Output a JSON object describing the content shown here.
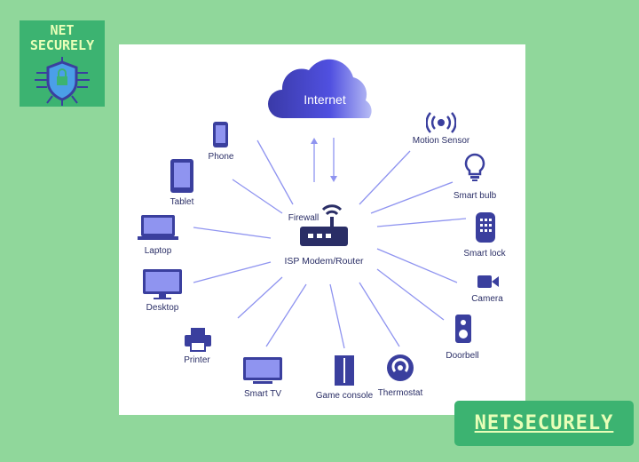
{
  "logo": {
    "line1": "NET",
    "line2": "SECURELY"
  },
  "diagram": {
    "cloud_label": "Internet",
    "firewall_label": "Firewall",
    "router_label": "ISP Modem/Router",
    "devices": {
      "phone": "Phone",
      "tablet": "Tablet",
      "laptop": "Laptop",
      "desktop": "Desktop",
      "printer": "Printer",
      "smart_tv": "Smart TV",
      "game_console": "Game console",
      "thermostat": "Thermostat",
      "doorbell": "Doorbell",
      "camera": "Camera",
      "smart_lock": "Smart lock",
      "smart_bulb": "Smart bulb",
      "motion_sensor": "Motion Sensor"
    }
  },
  "badge": {
    "label": "NETSECURELY"
  },
  "colors": {
    "background": "#90d79b",
    "brand_green": "#3cb371",
    "logo_text": "#e8ffb8",
    "icon": "#3a3f9e",
    "line": "#8f94f0"
  }
}
